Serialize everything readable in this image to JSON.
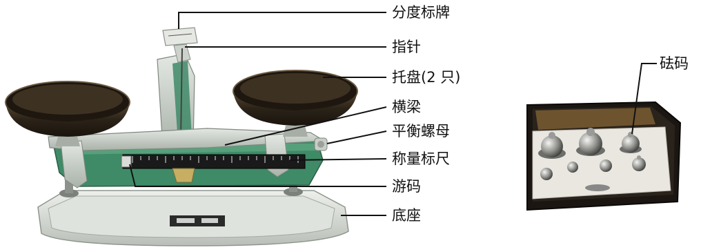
{
  "balance_labels": {
    "index_plate": "分度标牌",
    "pointer": "指针",
    "pans": "托盘(2 只)",
    "beam": "横梁",
    "balance_nut": "平衡螺母",
    "scale_ruler": "称量标尺",
    "rider": "游码",
    "base": "底座"
  },
  "weights_label": "砝码",
  "colors": {
    "frame": "#c6cfc6",
    "frame_green": "#3f8a67",
    "pan": "#2b2318",
    "ruler": "#1a1a1a",
    "box": "#1b1612",
    "box_lining": "#e9e7e0",
    "leader_line": "#111111"
  }
}
